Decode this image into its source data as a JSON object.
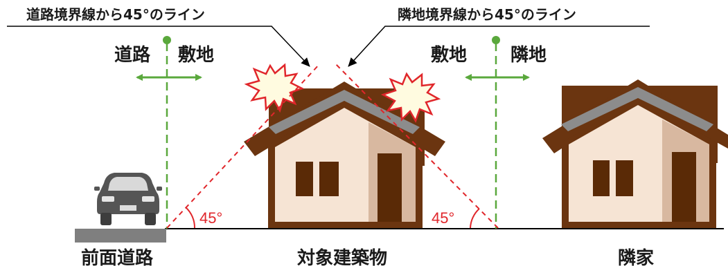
{
  "labels": {
    "road_line_caption": "道路境界線から45°のライン",
    "neighbor_line_caption": "隣地境界線から45°のライン",
    "left_road": "道路",
    "left_site": "敷地",
    "right_site": "敷地",
    "right_neighbor": "隣地",
    "front_road": "前面道路",
    "target_building": "対象建築物",
    "neighbor_house": "隣家",
    "angle_left": "45°",
    "angle_right": "45°"
  },
  "colors": {
    "boundary_line": "#5aa83c",
    "setback_line": "#e0262b",
    "roof": "#6b3510",
    "roof_inner": "#8c8c8c",
    "wall": "#f6e4d4",
    "wall_shade": "#d8b8a0",
    "road": "#7f7f7f"
  },
  "icons": [
    "car-icon",
    "explosion-icon",
    "double-arrow-icon"
  ]
}
